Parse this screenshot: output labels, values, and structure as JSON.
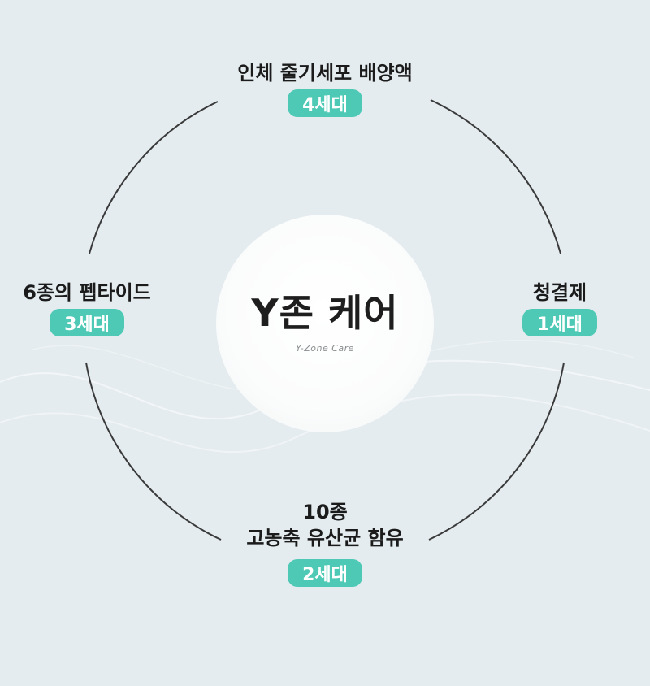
{
  "center": {
    "title": "Y존 케어",
    "subtitle": "Y-Zone Care"
  },
  "nodes": {
    "top": {
      "label": "인체 줄기세포 배양액",
      "badge": "4세대"
    },
    "left": {
      "label": "6종의 펩타이드",
      "badge": "3세대"
    },
    "right": {
      "label": "청결제",
      "badge": "1세대"
    },
    "bottom": {
      "label_line1": "10종",
      "label_line2": "고농축 유산균 함유",
      "badge": "2세대"
    }
  },
  "colors": {
    "badge": "#4ec9b5",
    "background": "#e4ecef",
    "ring": "#3a3a3a"
  }
}
